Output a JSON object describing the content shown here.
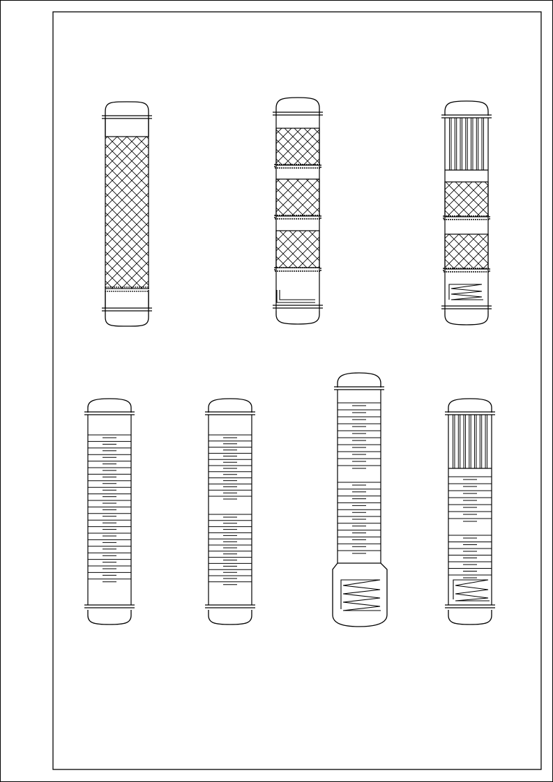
{
  "drawing": {
    "line_color": "#000000",
    "background": "#ffffff",
    "columns": [
      {
        "id": "col-1",
        "row": 1,
        "sections": [
          "packing",
          "support-grid"
        ]
      },
      {
        "id": "col-2",
        "row": 1,
        "sections": [
          "packing",
          "support-grid",
          "packing",
          "support-grid",
          "packing",
          "support-grid",
          "inlet-pipe"
        ]
      },
      {
        "id": "col-3",
        "row": 1,
        "sections": [
          "tube-bundle",
          "packing",
          "support-grid",
          "packing",
          "support-grid",
          "coil"
        ]
      },
      {
        "id": "col-4",
        "row": 2,
        "sections": [
          "trays"
        ],
        "tray_count": 24
      },
      {
        "id": "col-5",
        "row": 2,
        "sections": [
          "trays",
          "trays"
        ],
        "tray_count": 23
      },
      {
        "id": "col-6",
        "row": 2,
        "sections": [
          "trays",
          "trays",
          "reboiler-coil"
        ],
        "tray_count": 24
      },
      {
        "id": "col-7",
        "row": 2,
        "sections": [
          "tube-bundle",
          "trays",
          "trays",
          "coil"
        ],
        "tray_count": 15
      }
    ]
  }
}
